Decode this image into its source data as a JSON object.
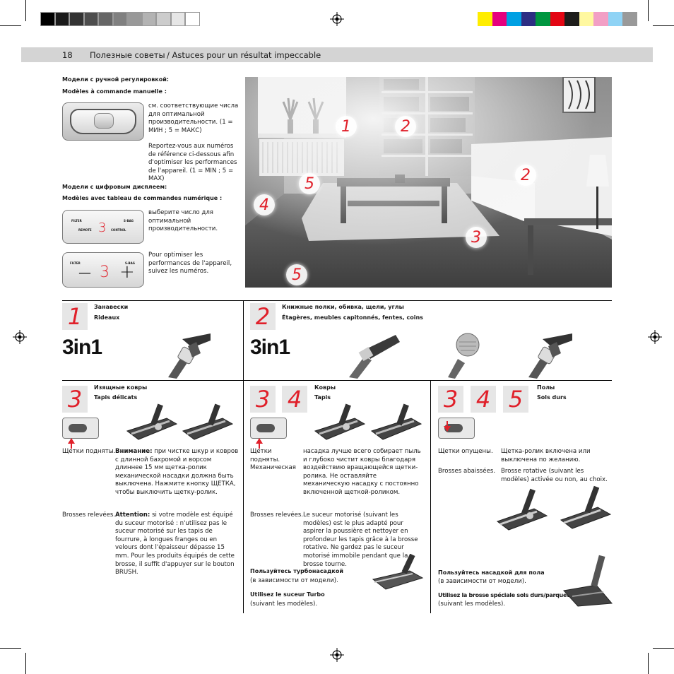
{
  "header": {
    "page_number": "18",
    "title_ru": "Полезные советы",
    "title_fr": "/ Astuces pour un résultat impeccable"
  },
  "colors": {
    "gray_swatches": [
      "#000000",
      "#1a1a1a",
      "#333333",
      "#4d4d4d",
      "#666666",
      "#808080",
      "#999999",
      "#b3b3b3",
      "#cccccc",
      "#e6e6e6",
      "#ffffff"
    ],
    "color_swatches": [
      "#ffed00",
      "#e6007e",
      "#00a0e3",
      "#2d2e83",
      "#009640",
      "#e30613",
      "#1d1d1b",
      "#fff8a0",
      "#f29fc5",
      "#8fd3f5",
      "#999999"
    ],
    "accent_red": "#e0202a"
  },
  "top_left": {
    "manual_ru": "Модели с ручной регулировкой:",
    "manual_fr": "Modèles à commande manuelle :",
    "manual_desc_ru": "см. соответствующие числа для оптимальной производительности. (1 = МИН ; 5 = МАКС)",
    "manual_desc_fr": "Reportez-vous aux numéros de référence ci-dessous afin d'optimiser les performances de l'appareil. (1 = MIN ; 5 = MAX)",
    "digital_ru": "Модели с цифровым дисплеем:",
    "digital_fr": "Modèles avec tableau de commandes numérique :",
    "digital_desc_ru": "выберите число для оптимальной производительности.",
    "digital_desc_fr": "Pour optimiser les performances de l'appareil, suivez les numéros.",
    "panel1": {
      "filter": "FILTER",
      "bag": "S-BAG",
      "remote": "REMOTE",
      "control": "CONTROL",
      "display": "3"
    },
    "panel2": {
      "filter": "FILTER",
      "bag": "S-BAG",
      "display": "3",
      "minus": "—",
      "plus": "+"
    }
  },
  "room": {
    "labels": [
      "1",
      "2",
      "2",
      "5",
      "4",
      "3",
      "5"
    ]
  },
  "sections": {
    "s1": {
      "digit": "1",
      "title_ru": "Занавески",
      "title_fr": "Rideaux",
      "badge": "3in1"
    },
    "s2": {
      "digit": "2",
      "title_ru": "Книжные полки, обивка, щели, углы",
      "title_fr": "Étagères, meubles capitonnés, fentes, coins",
      "badge": "3in1"
    },
    "s3": {
      "digits": [
        "3"
      ],
      "title_ru": "Изящные ковры",
      "title_fr": "Tapis délicats",
      "state_ru": "Щетки подняты.",
      "warn_ru_bold": "Внимание:",
      "warn_ru": "при чистке шкур и ковров с длинной бахромой и ворсом длиннее 15 мм щетка-ролик механической насадки должна быть выключена. Нажмите кнопку ЩЕТКА, чтобы выключить щетку-ролик.",
      "state_fr": "Brosses relevées.",
      "warn_fr_bold": "Attention:",
      "warn_fr": "si votre modèle est équipé du suceur motorisé : n'utilisez pas le suceur motorisé sur les tapis de fourrure, à longues franges ou en velours dont l'épaisseur dépasse 15 mm. Pour les produits équipés de cette brosse, il suffit d'appuyer sur le bouton BRUSH."
    },
    "s4": {
      "digits": [
        "3",
        "4"
      ],
      "title_ru": "Ковры",
      "title_fr": "Tapis",
      "state_ru": "Щетки подняты. Механическая",
      "desc_ru": "насадка лучше всего собирает пыль и глубоко чистит ковры благодаря воздействию вращающейся щетки-ролика. Не оставляйте механическую насадку с постоянно включенной щеткой-роликом.",
      "state_fr": "Brosses relevées.",
      "desc_fr": "Le suceur motorisé (suivant les modèles) est le plus adapté pour aspirer la poussière et nettoyer en profondeur les tapis grâce à la brosse rotative. Ne gardez pas le suceur motorisé immobile pendant que la brosse tourne.",
      "turbo_ru": "Пользуйтесь турбонасадкой",
      "turbo_ru_note": "(в зависимости от модели).",
      "turbo_fr": "Utilisez le suceur Turbo",
      "turbo_fr_note": "(suivant les modèles)."
    },
    "s5": {
      "digits": [
        "3",
        "4",
        "5"
      ],
      "title_ru": "Полы",
      "title_fr": "Sols durs",
      "state_ru": "Щетки опущены.",
      "desc_ru": "Щетка-ролик включена или выключена по желанию.",
      "state_fr": "Brosses abaissées.",
      "desc_fr": "Brosse rotative (suivant les modèles) activée ou non, au choix.",
      "floor_ru": "Пользуйтесь насадкой для пола",
      "floor_ru_note": "(в зависимости от модели).",
      "floor_fr": "Utilisez la brosse spéciale sols durs/parquets",
      "floor_fr_note": "(suivant les modèles)."
    }
  }
}
